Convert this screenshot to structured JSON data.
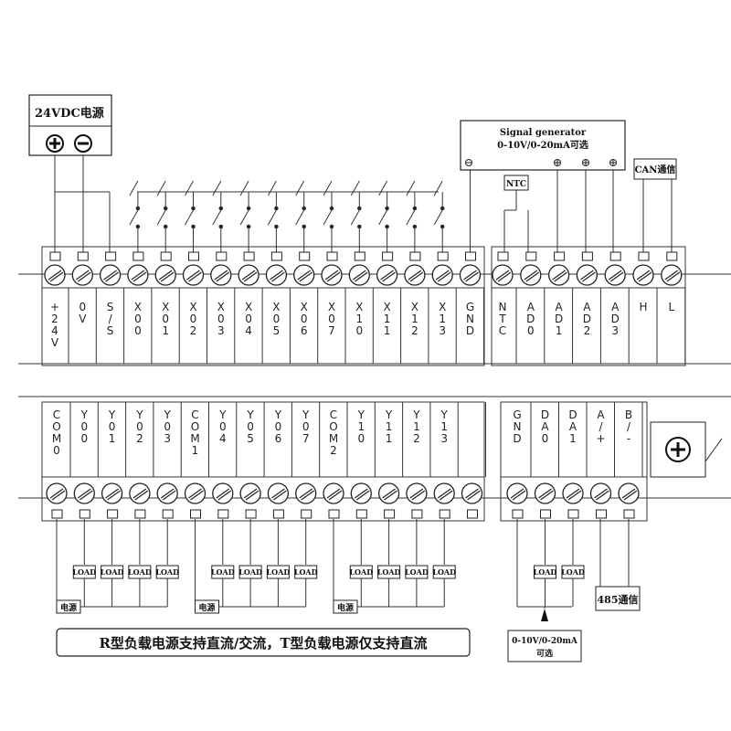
{
  "power": {
    "title": "24VDC电源"
  },
  "signal_generator": {
    "title": "Signal generator",
    "subtitle": "0-10V/0-20mA可选"
  },
  "ntc_label": "NTC",
  "can_label": "CAN通信",
  "rs485_label": "485通信",
  "analog_out": {
    "line1": "0-10V/0-20mA",
    "line2": "可选"
  },
  "load_label": "LOAD",
  "supply_label": "电源",
  "note": "R型负载电源支持直流/交流，T型负载电源仅支持直流",
  "top_left_terminals": [
    "+24V",
    "0V",
    "S/S",
    "X00",
    "X01",
    "X02",
    "X03",
    "X04",
    "X05",
    "X06",
    "X07",
    "X10",
    "X11",
    "X12",
    "X13",
    "GND"
  ],
  "top_right_terminals": [
    "NTC",
    "AD0",
    "AD1",
    "AD2",
    "AD3",
    "H",
    "L"
  ],
  "bottom_left_terminals": [
    "COM0",
    "Y00",
    "Y01",
    "Y02",
    "Y03",
    "COM1",
    "Y04",
    "Y05",
    "Y06",
    "Y07",
    "COM2",
    "Y10",
    "Y11",
    "Y12",
    "Y13",
    ""
  ],
  "bottom_right_terminals": [
    "GND",
    "DA0",
    "DA1",
    "A/+",
    "B/-"
  ],
  "colors": {
    "line": "#222222",
    "stroke": "#333333",
    "background": "#ffffff"
  }
}
